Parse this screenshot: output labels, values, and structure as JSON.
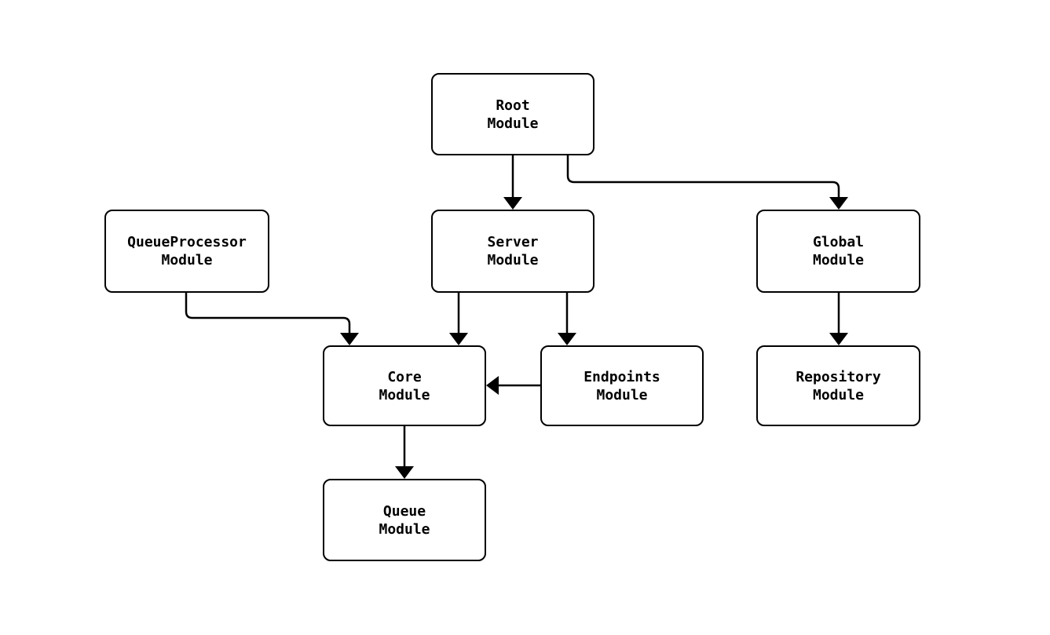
{
  "diagram": {
    "type": "module-dependency-diagram",
    "colors": {
      "background": "#ffffff",
      "node_fill": "#ffffff",
      "node_border": "#000000",
      "edge": "#000000",
      "text": "#000000"
    },
    "nodes": [
      {
        "id": "root",
        "line1": "Root",
        "line2": "Module"
      },
      {
        "id": "queueprocessor",
        "line1": "QueueProcessor",
        "line2": "Module"
      },
      {
        "id": "server",
        "line1": "Server",
        "line2": "Module"
      },
      {
        "id": "global",
        "line1": "Global",
        "line2": "Module"
      },
      {
        "id": "core",
        "line1": "Core",
        "line2": "Module"
      },
      {
        "id": "endpoints",
        "line1": "Endpoints",
        "line2": "Module"
      },
      {
        "id": "repository",
        "line1": "Repository",
        "line2": "Module"
      },
      {
        "id": "queue",
        "line1": "Queue",
        "line2": "Module"
      }
    ],
    "edges": [
      {
        "from": "Root Module",
        "to": "Server Module"
      },
      {
        "from": "Root Module",
        "to": "Global Module"
      },
      {
        "from": "QueueProcessor Module",
        "to": "Core Module"
      },
      {
        "from": "Server Module",
        "to": "Core Module"
      },
      {
        "from": "Server Module",
        "to": "Endpoints Module"
      },
      {
        "from": "Endpoints Module",
        "to": "Core Module"
      },
      {
        "from": "Core Module",
        "to": "Queue Module"
      },
      {
        "from": "Global Module",
        "to": "Repository Module"
      }
    ]
  }
}
